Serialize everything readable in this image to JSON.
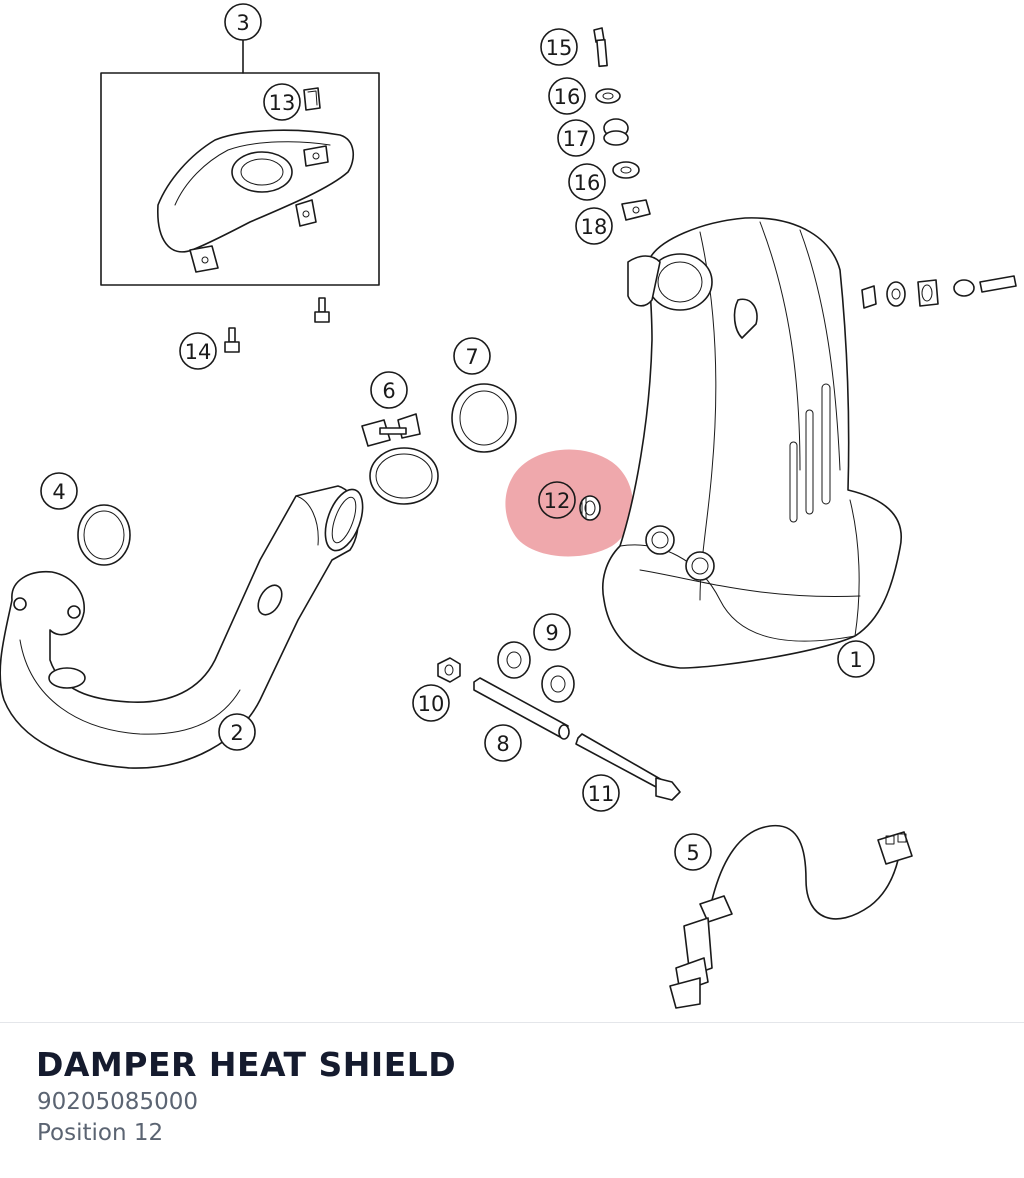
{
  "part": {
    "name": "DAMPER HEAT SHIELD",
    "number": "90205085000",
    "position_text": "Position 12"
  },
  "highlight": {
    "position": "12",
    "color": "#e0525a"
  },
  "callouts": [
    {
      "id": "c1",
      "label": "1"
    },
    {
      "id": "c2",
      "label": "2"
    },
    {
      "id": "c3",
      "label": "3"
    },
    {
      "id": "c4",
      "label": "4"
    },
    {
      "id": "c5",
      "label": "5"
    },
    {
      "id": "c6",
      "label": "6"
    },
    {
      "id": "c7",
      "label": "7"
    },
    {
      "id": "c8",
      "label": "8"
    },
    {
      "id": "c9",
      "label": "9"
    },
    {
      "id": "c10",
      "label": "10"
    },
    {
      "id": "c11",
      "label": "11"
    },
    {
      "id": "c12",
      "label": "12"
    },
    {
      "id": "c13",
      "label": "13"
    },
    {
      "id": "c14",
      "label": "14"
    },
    {
      "id": "c15",
      "label": "15"
    },
    {
      "id": "c16a",
      "label": "16"
    },
    {
      "id": "c17",
      "label": "17"
    },
    {
      "id": "c16b",
      "label": "16"
    },
    {
      "id": "c18",
      "label": "18"
    }
  ]
}
